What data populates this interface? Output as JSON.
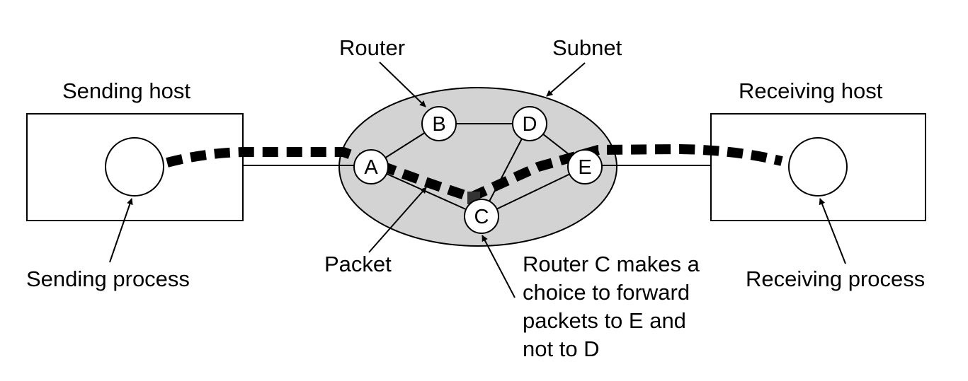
{
  "labels": {
    "router": "Router",
    "subnet": "Subnet",
    "sending_host": "Sending host",
    "receiving_host": "Receiving host",
    "sending_process": "Sending process",
    "receiving_process": "Receiving process",
    "packet": "Packet",
    "router_c_note": [
      "Router C makes a",
      "choice to forward",
      "packets to E and",
      "not to D"
    ]
  },
  "nodes": [
    "A",
    "B",
    "C",
    "D",
    "E"
  ],
  "colors": {
    "subnet_fill": "#d3d3d3",
    "line": "#000000",
    "background": "#ffffff",
    "packet": "#333333"
  }
}
